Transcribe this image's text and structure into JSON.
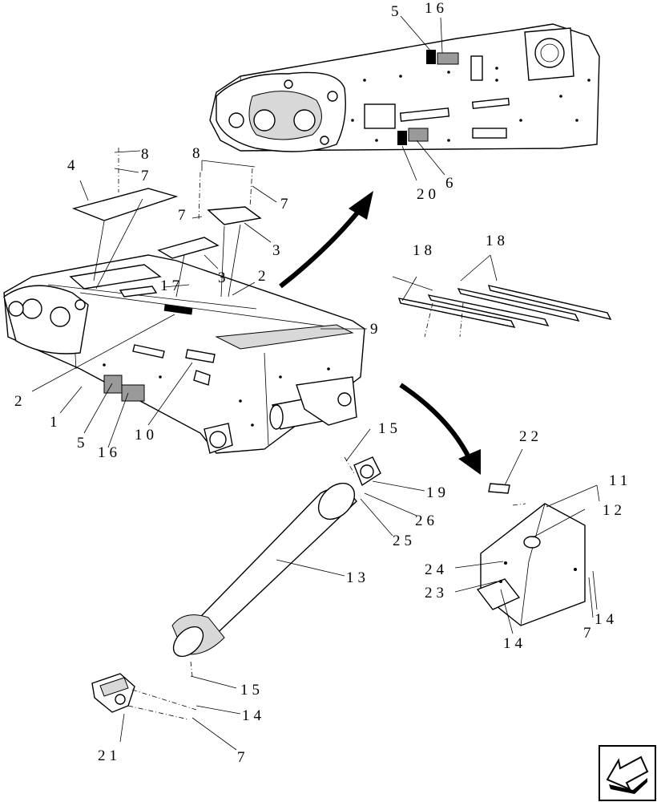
{
  "callouts": {
    "c5_top": "5",
    "c16_top": "16",
    "c20": "20",
    "c6": "6",
    "c8_a": "8",
    "c7_a": "7",
    "c4": "4",
    "c8_b": "8",
    "c7_b": "7",
    "c7_c": "7",
    "c3_a": "3",
    "c3_b": "3",
    "c17": "17",
    "c2_a": "2",
    "c9": "9",
    "c2_b": "2",
    "c1": "1",
    "c5_b": "5",
    "c16_b": "16",
    "c10": "10",
    "c18_a": "18",
    "c18_b": "18",
    "c15_a": "15",
    "c19": "19",
    "c26": "26",
    "c25": "25",
    "c22": "22",
    "c11": "11",
    "c12": "12",
    "c24": "24",
    "c23": "23",
    "c13": "13",
    "c14_a": "14",
    "c7_d": "7",
    "c14_b": "14",
    "c15_b": "15",
    "c14_c": "14",
    "c21": "21",
    "c7_e": "7"
  },
  "nav": {
    "icon": "back-arrow-icon"
  }
}
